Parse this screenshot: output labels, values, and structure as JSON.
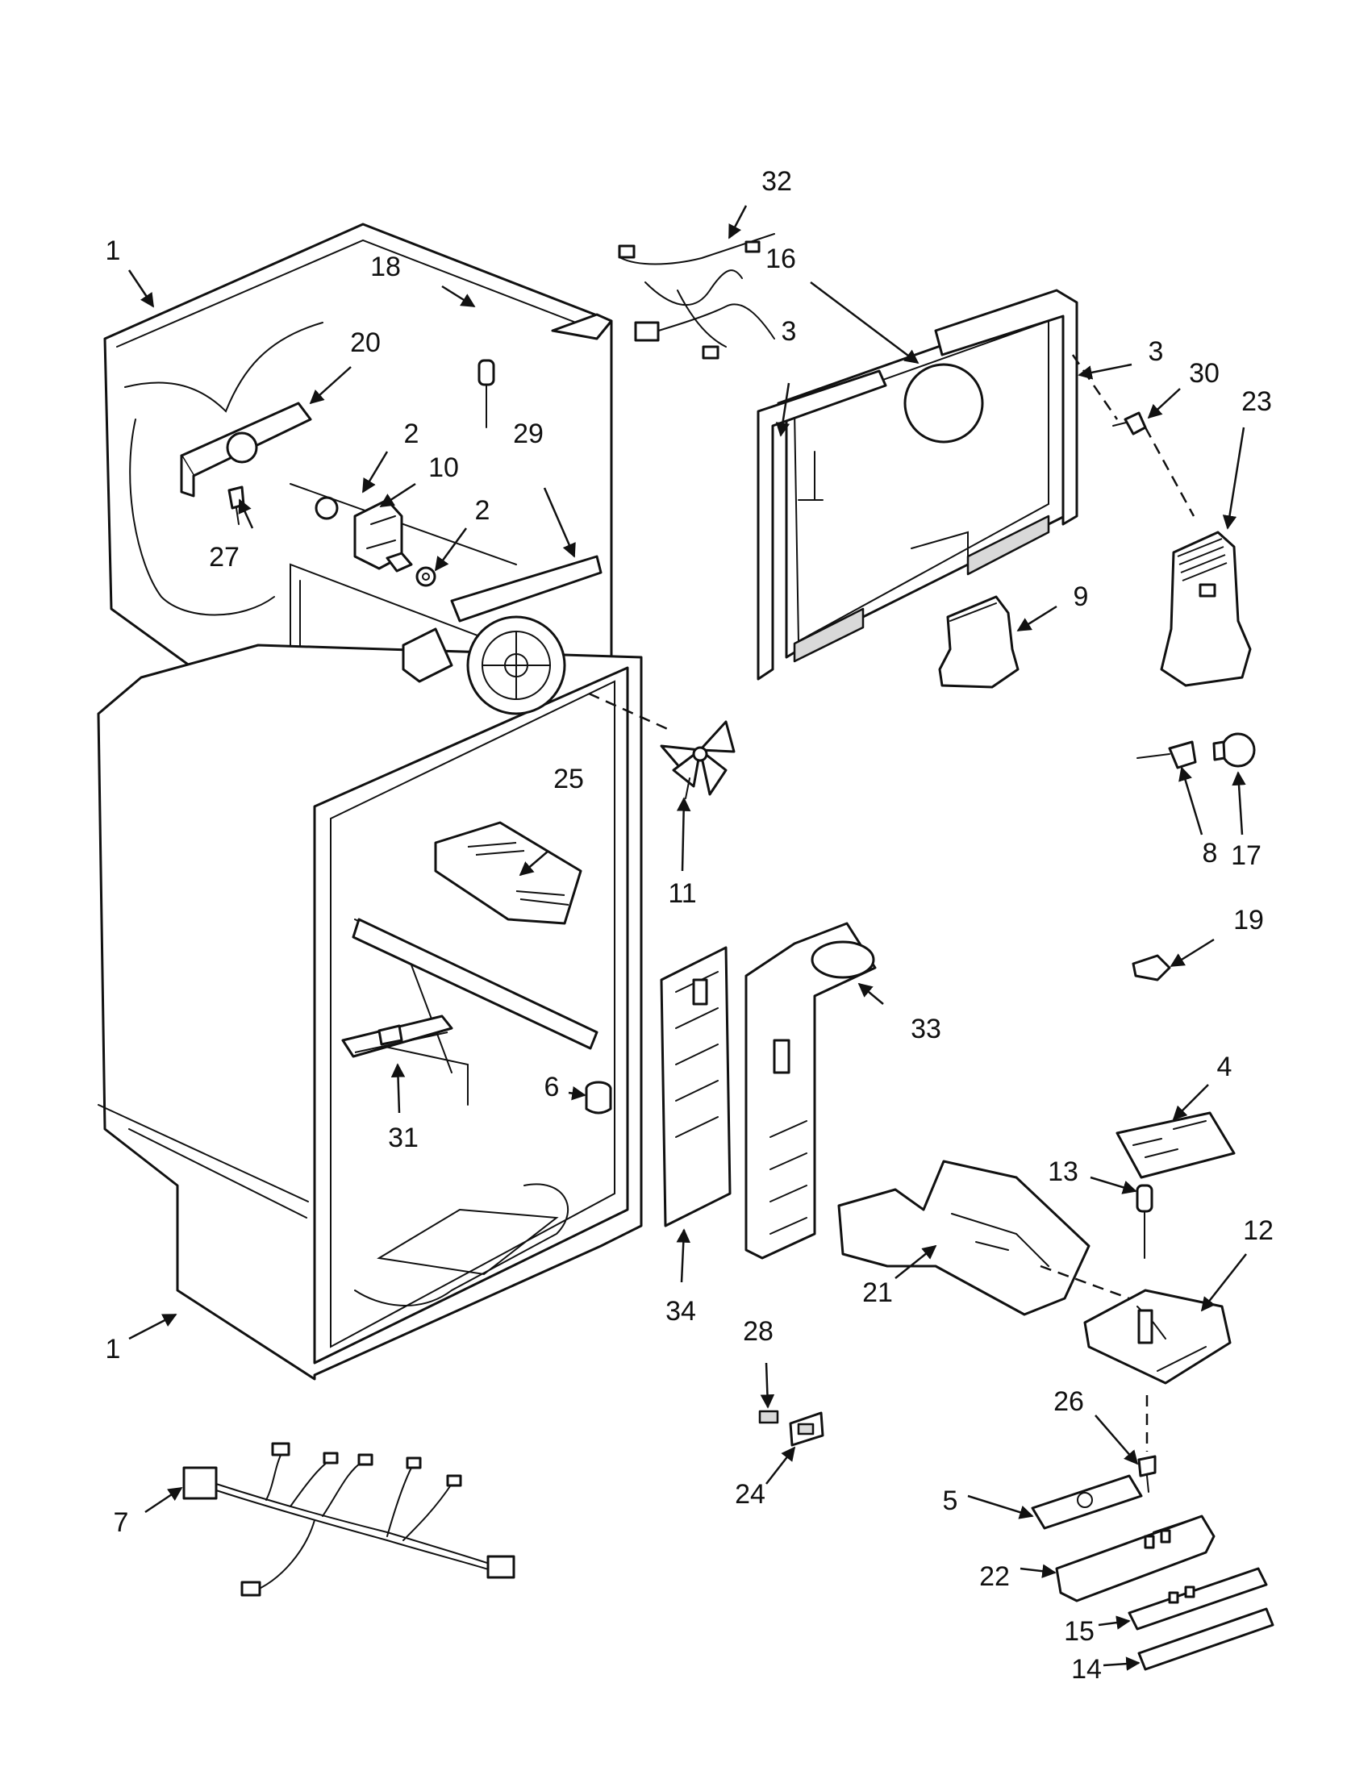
{
  "callouts": [
    {
      "id": "c1a",
      "label": "1"
    },
    {
      "id": "c1b",
      "label": "1"
    },
    {
      "id": "c2a",
      "label": "2"
    },
    {
      "id": "c2b",
      "label": "2"
    },
    {
      "id": "c3a",
      "label": "3"
    },
    {
      "id": "c3b",
      "label": "3"
    },
    {
      "id": "c4",
      "label": "4"
    },
    {
      "id": "c5",
      "label": "5"
    },
    {
      "id": "c6",
      "label": "6"
    },
    {
      "id": "c7",
      "label": "7"
    },
    {
      "id": "c8",
      "label": "8"
    },
    {
      "id": "c9",
      "label": "9"
    },
    {
      "id": "c10",
      "label": "10"
    },
    {
      "id": "c11",
      "label": "11"
    },
    {
      "id": "c12",
      "label": "12"
    },
    {
      "id": "c13",
      "label": "13"
    },
    {
      "id": "c14",
      "label": "14"
    },
    {
      "id": "c15",
      "label": "15"
    },
    {
      "id": "c16",
      "label": "16"
    },
    {
      "id": "c17",
      "label": "17"
    },
    {
      "id": "c18",
      "label": "18"
    },
    {
      "id": "c19",
      "label": "19"
    },
    {
      "id": "c20",
      "label": "20"
    },
    {
      "id": "c21",
      "label": "21"
    },
    {
      "id": "c22",
      "label": "22"
    },
    {
      "id": "c23",
      "label": "23"
    },
    {
      "id": "c24",
      "label": "24"
    },
    {
      "id": "c25",
      "label": "25"
    },
    {
      "id": "c26",
      "label": "26"
    },
    {
      "id": "c27",
      "label": "27"
    },
    {
      "id": "c28",
      "label": "28"
    },
    {
      "id": "c29",
      "label": "29"
    },
    {
      "id": "c30",
      "label": "30"
    },
    {
      "id": "c31",
      "label": "31"
    },
    {
      "id": "c32",
      "label": "32"
    },
    {
      "id": "c33",
      "label": "33"
    },
    {
      "id": "c34",
      "label": "34"
    }
  ]
}
